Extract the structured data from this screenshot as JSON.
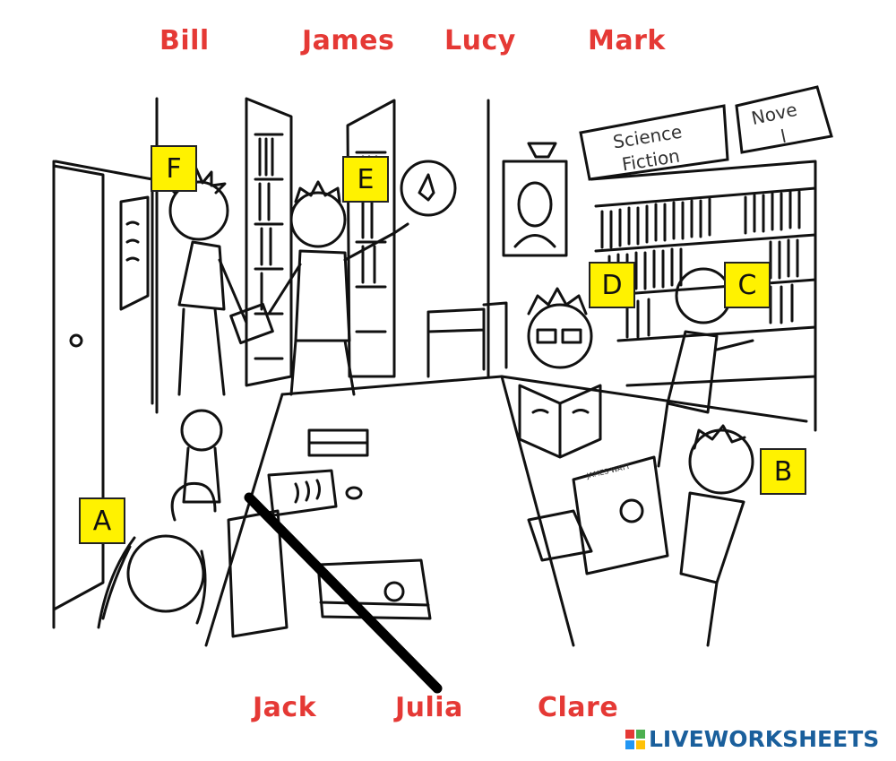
{
  "top_names": [
    "Bill",
    "James",
    "Lucy",
    "Mark"
  ],
  "bottom_names": [
    "Jack",
    "Julia",
    "Clare"
  ],
  "labels": [
    "F",
    "E",
    "D",
    "C",
    "B",
    "A"
  ],
  "signs": {
    "science_fiction_line1": "Science",
    "science_fiction_line2": "Fiction",
    "novel_line1": "Nove",
    "novel_line2": "l"
  },
  "poster_text": "JAMES WATT",
  "brand": {
    "text": "LIVEWORKSHEETS"
  },
  "colors": {
    "name_red": "#e53935",
    "label_yellow": "#fff200",
    "brand_blue": "#1a5f9c",
    "logo": [
      "#e53935",
      "#4caf50",
      "#2196f3",
      "#ffc107"
    ]
  }
}
